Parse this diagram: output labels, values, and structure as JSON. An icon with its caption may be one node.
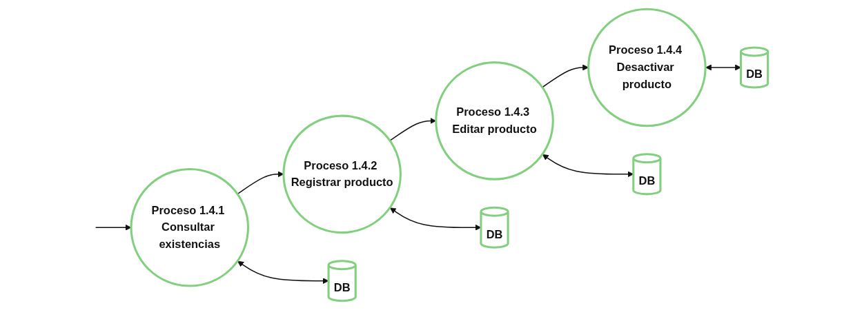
{
  "diagram": {
    "nodes": [
      {
        "text": [
          "Proceso 1.4.1 Consultar existencias"
        ]
      },
      {
        "text": [
          "Proceso 1.4.2 Registrar producto"
        ]
      },
      {
        "text": [
          "Proceso 1.4.3 Editar producto"
        ]
      },
      {
        "text": [
          "Proceso 1.4.4 Desactivar producto"
        ]
      },
      {
        "text": [
          "DB"
        ]
      },
      {
        "text": [
          "DB"
        ]
      },
      {
        "text": [
          "DB"
        ]
      },
      {
        "text": [
          "DB"
        ]
      }
    ],
    "edges": [
      {
        "from": null,
        "to": 0,
        "arrow": "to"
      },
      {
        "from": 0,
        "to": 1,
        "arrow": "to"
      },
      {
        "from": 1,
        "to": 2,
        "arrow": "to"
      },
      {
        "from": 2,
        "to": 3,
        "arrow": "to"
      },
      {
        "from": 0,
        "to": 4,
        "arrow": "both"
      },
      {
        "from": 1,
        "to": 5,
        "arrow": "both"
      },
      {
        "from": 2,
        "to": 6,
        "arrow": "both"
      },
      {
        "from": 3,
        "to": 7,
        "arrow": "both"
      }
    ]
  }
}
